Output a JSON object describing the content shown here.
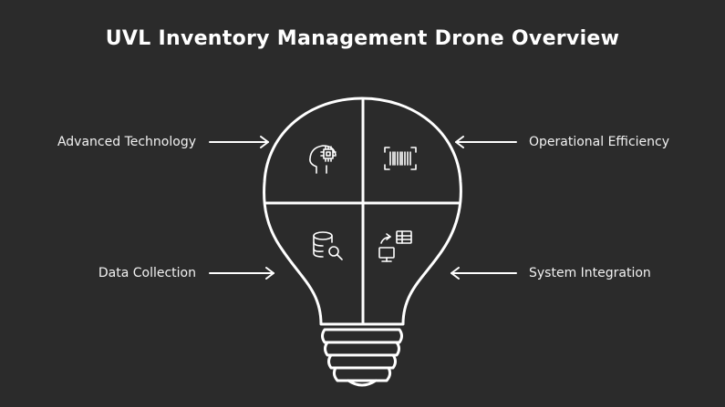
{
  "title": "UVL Inventory Management Drone Overview",
  "quadrants": {
    "top_left": {
      "label": "Advanced Technology",
      "icon": "ai-head-chip-icon"
    },
    "top_right": {
      "label": "Operational Efficiency",
      "icon": "barcode-scan-icon"
    },
    "bottom_left": {
      "label": "Data Collection",
      "icon": "database-search-icon"
    },
    "bottom_right": {
      "label": "System Integration",
      "icon": "monitor-sync-table-icon"
    }
  },
  "colors": {
    "background": "#2b2b2b",
    "stroke": "#ffffff",
    "text": "#f2f2f2"
  }
}
